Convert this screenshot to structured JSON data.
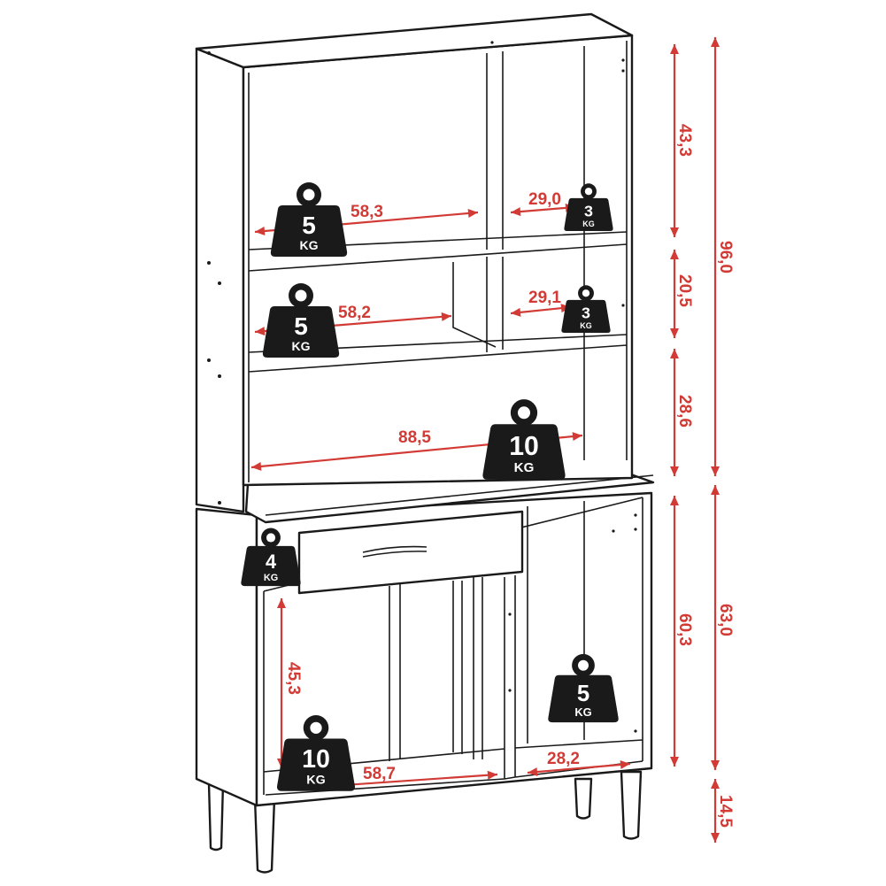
{
  "colors": {
    "outline": "#1a1a1a",
    "dimension": "#d23b35",
    "weight_fill": "#1a1a1a",
    "background": "#ffffff"
  },
  "icons": [
    "weight-icon",
    "arrow-icon"
  ],
  "weights": [
    {
      "id": "weight-top-left",
      "value": "5",
      "unit": "KG"
    },
    {
      "id": "weight-top-right",
      "value": "3",
      "unit": "KG"
    },
    {
      "id": "weight-middle-left",
      "value": "5",
      "unit": "KG"
    },
    {
      "id": "weight-middle-right",
      "value": "3",
      "unit": "KG"
    },
    {
      "id": "weight-countertop",
      "value": "10",
      "unit": "KG"
    },
    {
      "id": "weight-drawer",
      "value": "4",
      "unit": "KG"
    },
    {
      "id": "weight-bottom-right",
      "value": "5",
      "unit": "KG"
    },
    {
      "id": "weight-bottom-left",
      "value": "10",
      "unit": "KG"
    }
  ],
  "dimensions": {
    "top_left_shelf_width": "58,3",
    "top_right_shelf_width": "29,0",
    "middle_left_shelf_width": "58,2",
    "middle_right_shelf_width": "29,1",
    "counter_width": "88,5",
    "bottom_left_width": "58,7",
    "bottom_right_width": "28,2",
    "bottom_inner_height": "45,3",
    "top_compartment_height": "43,3",
    "middle_compartment_height": "20,5",
    "open_niche_height": "28,6",
    "lower_cabinet_height": "60,3",
    "upper_total_height": "96,0",
    "lower_total_height": "63,0",
    "leg_height": "14,5"
  }
}
